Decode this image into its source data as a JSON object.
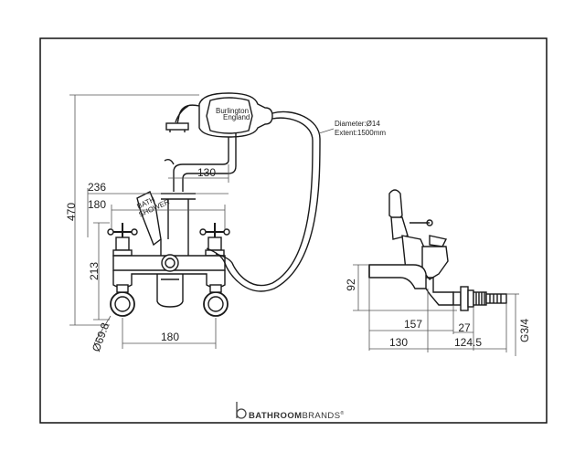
{
  "front_view": {
    "dim_height_total": "470",
    "dim_hose_offset": "130",
    "dim_width_overall": "236",
    "dim_handle_span": "180",
    "dim_body_height": "213",
    "dim_flange_diameter": "Ø69.8",
    "dim_centres": "180"
  },
  "hose_note": {
    "diameter": "Diameter:Ø14",
    "extent": "Extent:1500mm"
  },
  "side_view": {
    "dim_spout_height": "92",
    "dim_spout_reach": "157",
    "dim_flange_depth": "27",
    "dim_projection_1": "130",
    "dim_projection_2": "124.5",
    "dim_thread": "G3/4"
  },
  "brand": {
    "name_bold": "BATHROOM",
    "name_light": "BRANDS",
    "trademark": "®"
  },
  "colors": {
    "line": "#1a1a1a",
    "dim_line": "#555555",
    "frame": "#111111"
  }
}
